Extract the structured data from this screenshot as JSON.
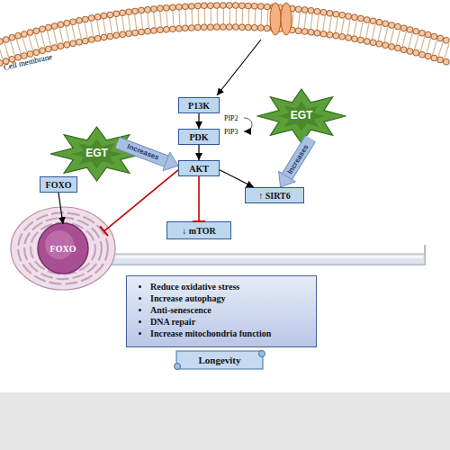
{
  "diagram": {
    "nodes": [
      {
        "text": [
          "EGT"
        ]
      },
      {
        "text": [
          "EGT"
        ]
      },
      {
        "text": [
          "P13K"
        ]
      },
      {
        "text": [
          "PDK"
        ]
      },
      {
        "text": [
          "AKT"
        ]
      },
      {
        "text": [
          "FOXO"
        ]
      },
      {
        "text": [
          "FOXO"
        ]
      },
      {
        "text": [
          "↑ SIRT6"
        ]
      },
      {
        "text": [
          "↓ mTOR"
        ]
      },
      {
        "text": [
          "Reduce oxidative stress",
          "Increase autophagy",
          "Anti-senescence",
          "DNA repair",
          "Increase mitochondria function"
        ]
      },
      {
        "text": [
          "Longevity"
        ]
      }
    ],
    "edges": [
      {
        "from": 2,
        "to": 3,
        "arrow": "to"
      },
      {
        "from": 3,
        "to": 4,
        "arrow": "to"
      },
      {
        "from": 0,
        "to": 4,
        "label": "Increases",
        "arrow": "to"
      },
      {
        "from": 1,
        "to": 7,
        "label": "Increases",
        "arrow": "to"
      },
      {
        "from": 5,
        "to": 6,
        "arrow": "to"
      },
      {
        "from": 4,
        "to": 6,
        "arrow": "to"
      },
      {
        "from": 4,
        "to": 7,
        "arrow": "to"
      },
      {
        "from": 4,
        "to": 8,
        "arrow": "to"
      }
    ],
    "labels": [
      "Cell membrane",
      "PIP2",
      "PIP3"
    ]
  }
}
